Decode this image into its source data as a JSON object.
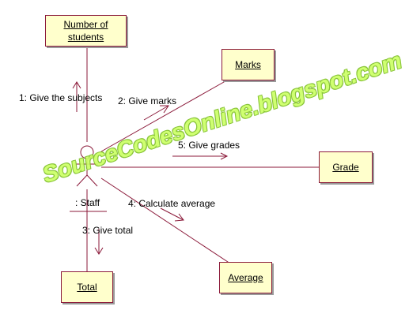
{
  "objects": {
    "number_of_students": "Number of\nstudents",
    "marks": "Marks",
    "grade": "Grade",
    "total": "Total",
    "average": "Average"
  },
  "actor": {
    "label": ": Staff"
  },
  "messages": {
    "m1": "1: Give the subjects",
    "m2": "2: Give marks",
    "m3": "3: Give total",
    "m4": "4: Calculate average",
    "m5": "5: Give grades"
  },
  "watermark": "SourceCodesOnline.blogspot.com",
  "colors": {
    "line": "#8b1a3a",
    "box_fill": "#ffffcc",
    "watermark": "#ccff66"
  }
}
